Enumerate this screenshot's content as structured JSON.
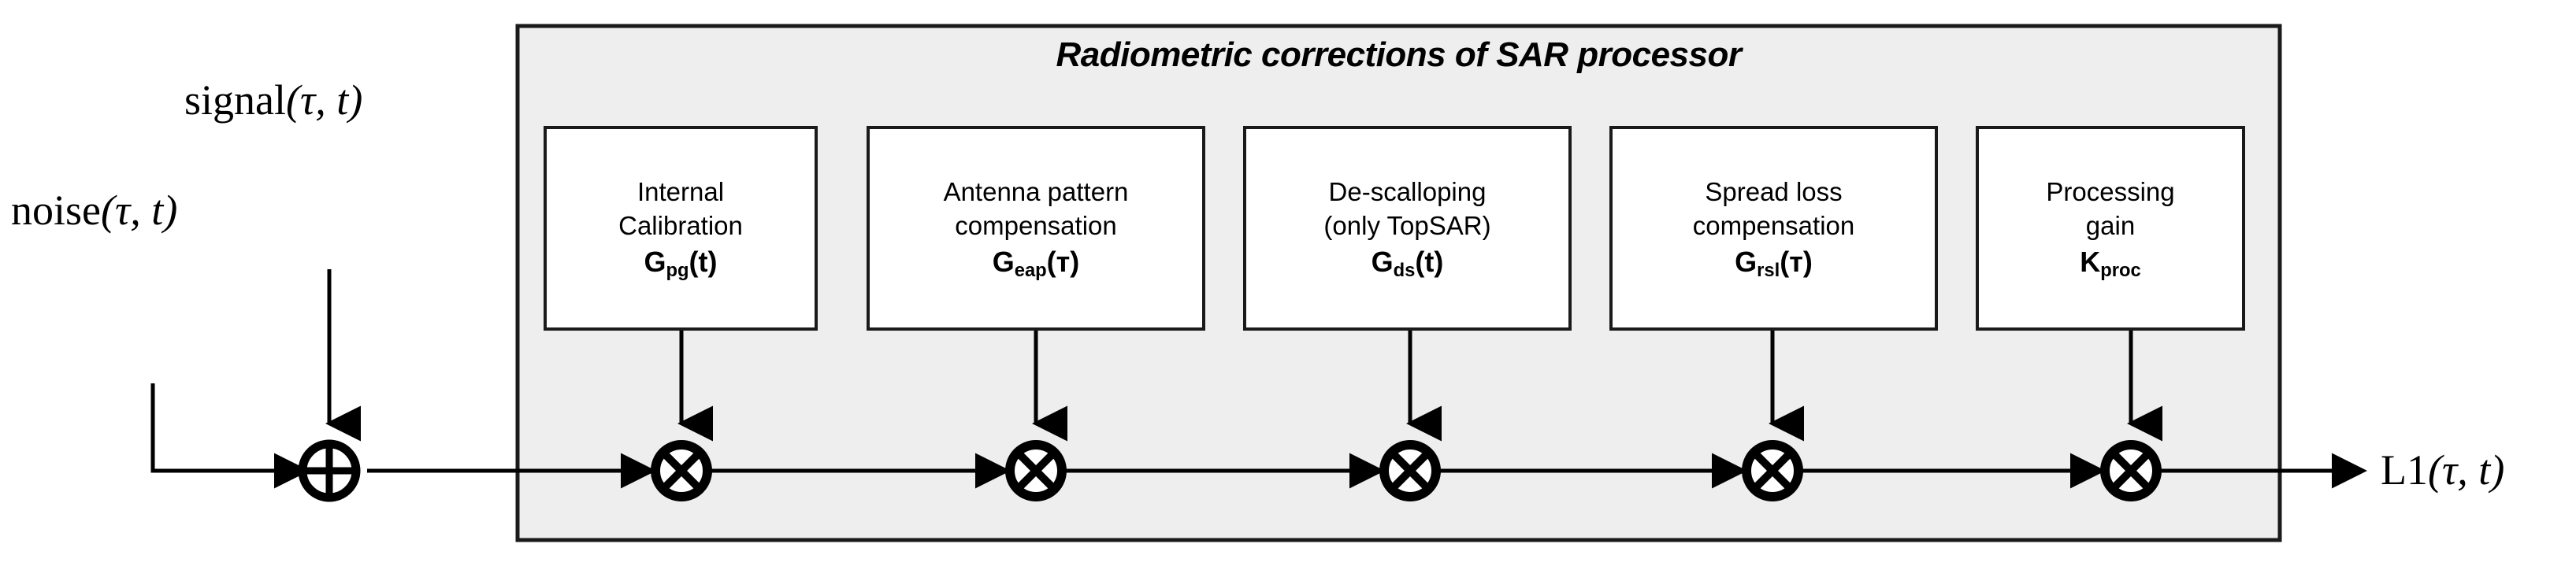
{
  "diagram": {
    "title": "Radiometric corrections of SAR processor",
    "background_color": "#ffffff",
    "panel_fill": "#eeeeee",
    "panel_stroke": "#1a1a1a",
    "box_fill": "#ffffff",
    "box_stroke": "#1a1a1a",
    "wire_color": "#000000"
  },
  "inputs": {
    "signal": {
      "name": "signal",
      "args": "(τ, t)"
    },
    "noise": {
      "name": "noise",
      "args": "(τ, t)"
    }
  },
  "output": {
    "label": "L1",
    "args": "(τ, t)"
  },
  "operators": {
    "adder": {
      "symbol": "⊕",
      "name": "summation-node"
    },
    "multiplier": {
      "symbol": "⊗",
      "name": "multiplication-node"
    }
  },
  "boxes": [
    {
      "id": "internal-calibration",
      "lines": [
        "Internal",
        "Calibration"
      ],
      "gain_symbol": "G",
      "gain_subscript": "pg",
      "gain_arg": "(t)"
    },
    {
      "id": "antenna-pattern-compensation",
      "lines": [
        "Antenna pattern",
        "compensation"
      ],
      "gain_symbol": "G",
      "gain_subscript": "eap",
      "gain_arg": "(т)"
    },
    {
      "id": "de-scalloping",
      "lines": [
        "De-scalloping",
        "(only TopSAR)"
      ],
      "gain_symbol": "G",
      "gain_subscript": "ds",
      "gain_arg": "(t)"
    },
    {
      "id": "spread-loss-compensation",
      "lines": [
        "Spread loss",
        "compensation"
      ],
      "gain_symbol": "G",
      "gain_subscript": "rsl",
      "gain_arg": "(т)"
    },
    {
      "id": "processing-gain",
      "lines": [
        "Processing",
        "gain"
      ],
      "gain_symbol": "K",
      "gain_subscript": "proc",
      "gain_arg": ""
    }
  ]
}
